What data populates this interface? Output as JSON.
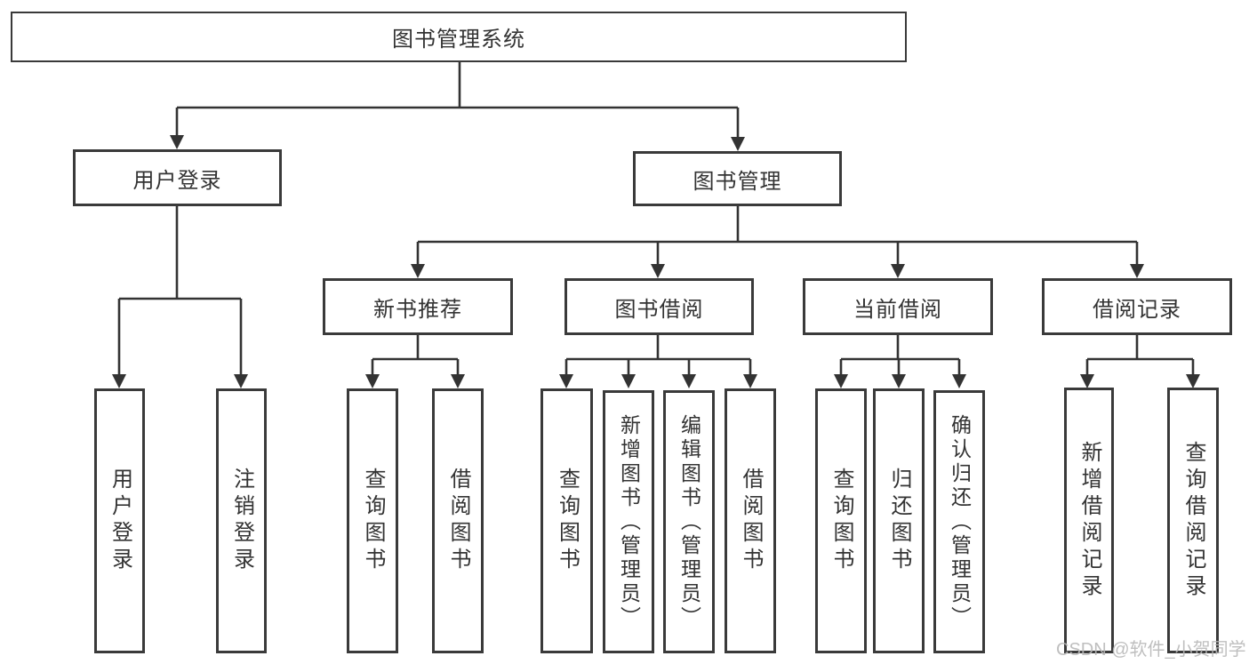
{
  "diagram_type": "hierarchy",
  "tree": {
    "label": "图书管理系统",
    "children": [
      {
        "label": "用户登录",
        "children": [
          {
            "label": "用户登录"
          },
          {
            "label": "注销登录"
          }
        ]
      },
      {
        "label": "图书管理",
        "children": [
          {
            "label": "新书推荐",
            "children": [
              {
                "label": "查询图书"
              },
              {
                "label": "借阅图书"
              }
            ]
          },
          {
            "label": "图书借阅",
            "children": [
              {
                "label": "查询图书"
              },
              {
                "label": "新增图书（管理员）"
              },
              {
                "label": "编辑图书（管理员）"
              },
              {
                "label": "借阅图书"
              }
            ]
          },
          {
            "label": "当前借阅",
            "children": [
              {
                "label": "查询图书"
              },
              {
                "label": "归还图书"
              },
              {
                "label": "确认归还（管理员）"
              }
            ]
          },
          {
            "label": "借阅记录",
            "children": [
              {
                "label": "新增借阅记录"
              },
              {
                "label": "查询借阅记录"
              }
            ]
          }
        ]
      }
    ]
  },
  "watermark": {
    "text": "CSDN @软件_小贺同学"
  },
  "colors": {
    "background": "#ffffff",
    "box_border": "#3a3a3a",
    "line": "#333333",
    "text": "#333333",
    "watermark": "#b8b8b8"
  }
}
